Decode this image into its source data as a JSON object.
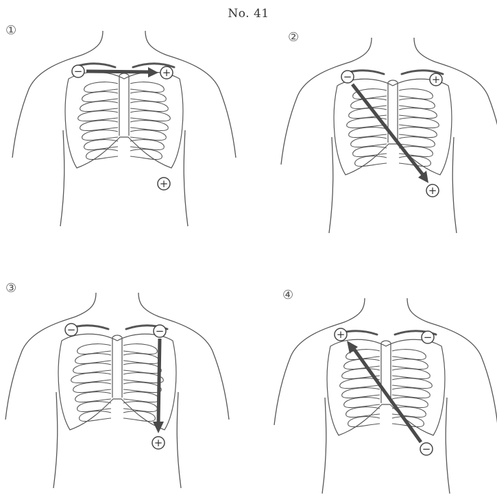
{
  "title": "No. 41",
  "panels": [
    {
      "number": "①",
      "electrodes": [
        {
          "sign": "−"
        },
        {
          "sign": "+"
        },
        {
          "sign": "+"
        }
      ]
    },
    {
      "number": "②",
      "electrodes": [
        {
          "sign": "−"
        },
        {
          "sign": "+"
        },
        {
          "sign": "+"
        }
      ]
    },
    {
      "number": "③",
      "electrodes": [
        {
          "sign": "−"
        },
        {
          "sign": "−"
        },
        {
          "sign": "+"
        }
      ]
    },
    {
      "number": "④",
      "electrodes": [
        {
          "sign": "+"
        },
        {
          "sign": "−"
        },
        {
          "sign": "−"
        }
      ]
    }
  ],
  "colors": {
    "line": "#555555",
    "arrow": "#4a4a4a",
    "background": "#ffffff"
  }
}
